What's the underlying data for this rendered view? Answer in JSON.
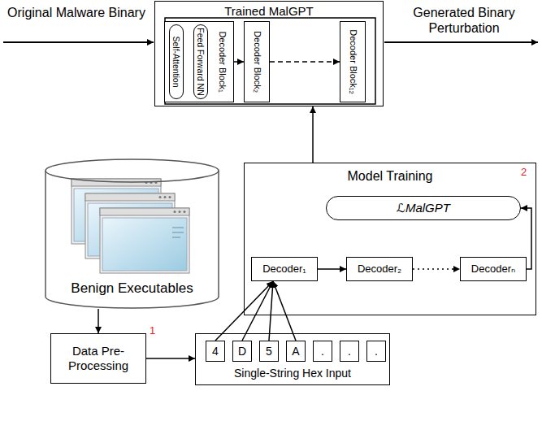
{
  "diagram": {
    "nodes": [
      {
        "text": [
          "Trained MalGPT"
        ]
      },
      {
        "text": [
          "Decoder Block₁"
        ],
        "in": 0
      },
      {
        "text": [
          "Self-Attention"
        ],
        "in": 1
      },
      {
        "text": [
          "Feed Forward NN"
        ],
        "in": 1
      },
      {
        "text": [
          "Decoder Block₂"
        ],
        "in": 0
      },
      {
        "text": [
          "Decoder Block₁₂"
        ],
        "in": 0
      },
      {
        "text": [
          "Benign Executables"
        ]
      },
      {
        "text": [
          "Model Training",
          "2"
        ]
      },
      {
        "text": [
          "ℒMalGPT"
        ],
        "in": 7
      },
      {
        "text": [
          "Decoder₁"
        ],
        "in": 7
      },
      {
        "text": [
          "Decoder₂"
        ],
        "in": 7
      },
      {
        "text": [
          "Decoderₙ"
        ],
        "in": 7
      },
      {
        "text": [
          "Data Pre-Processing",
          "1"
        ]
      },
      {
        "text": [
          "Single-String Hex Input"
        ]
      },
      {
        "text": [
          "4"
        ],
        "in": 13
      },
      {
        "text": [
          "D"
        ],
        "in": 13
      },
      {
        "text": [
          "5"
        ],
        "in": 13
      },
      {
        "text": [
          "A"
        ],
        "in": 13
      },
      {
        "text": [
          "."
        ],
        "in": 13
      },
      {
        "text": [
          "."
        ],
        "in": 13
      },
      {
        "text": [
          "."
        ],
        "in": 13
      }
    ],
    "edges": [
      {
        "from": 2,
        "to": 3,
        "arrow": "to"
      },
      {
        "from": 1,
        "to": 4,
        "arrow": "to"
      },
      {
        "from": 4,
        "to": 5,
        "arrow": "to"
      },
      {
        "from": 6,
        "to": 12,
        "arrow": "to"
      },
      {
        "from": 12,
        "to": 13,
        "arrow": "to"
      },
      {
        "from": 14,
        "to": 9,
        "arrow": "to"
      },
      {
        "from": 15,
        "to": 9,
        "arrow": "to"
      },
      {
        "from": 16,
        "to": 9,
        "arrow": "to"
      },
      {
        "from": 17,
        "to": 9,
        "arrow": "to"
      },
      {
        "from": 9,
        "to": 10,
        "arrow": "to"
      },
      {
        "from": 10,
        "to": 11,
        "arrow": "to"
      },
      {
        "from": 11,
        "to": 8,
        "arrow": "to"
      },
      {
        "from": 7,
        "to": 0,
        "arrow": "to"
      }
    ],
    "labels": [
      "Original Malware Binary",
      "Generated Binary Perturbation"
    ]
  }
}
